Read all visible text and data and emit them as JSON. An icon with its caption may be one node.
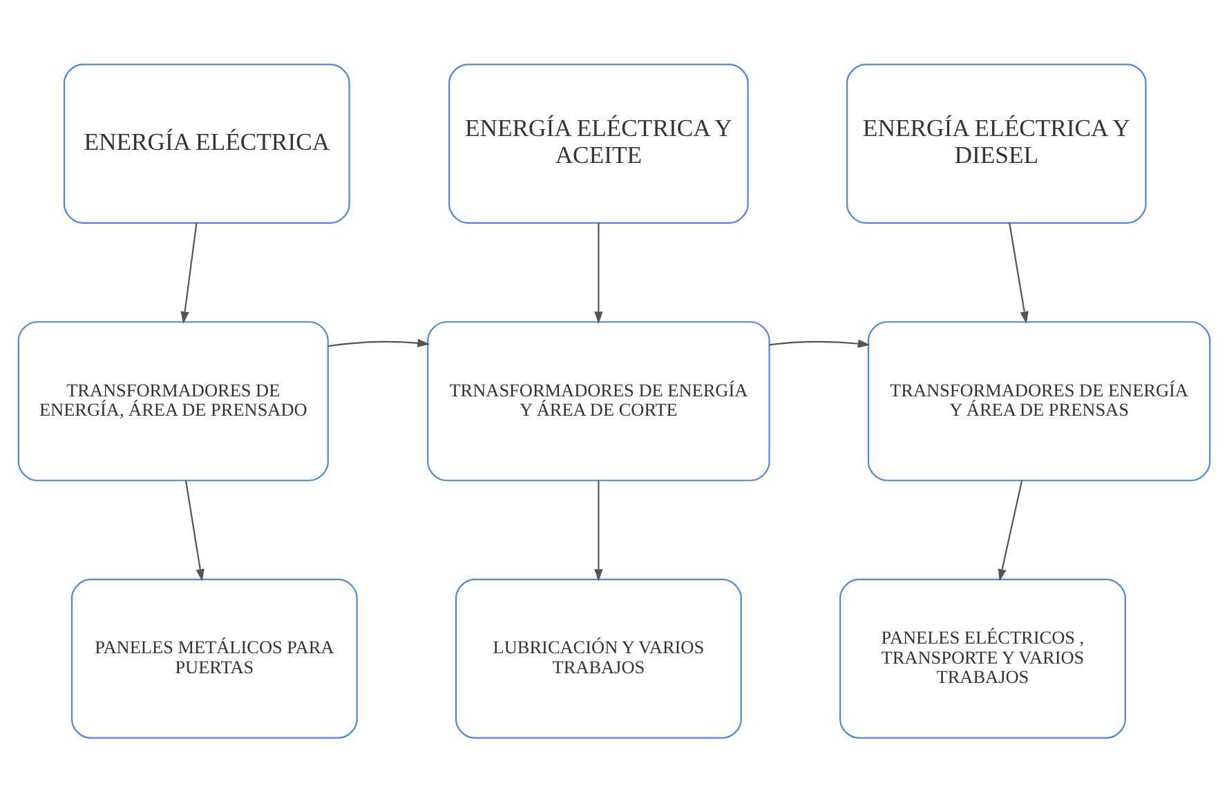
{
  "diagram": {
    "nodes": [
      {
        "text": [
          "ENERGÍA ELÉCTRICA"
        ]
      },
      {
        "text": [
          "ENERGÍA ELÉCTRICA Y ACEITE"
        ]
      },
      {
        "text": [
          "ENERGÍA ELÉCTRICA Y DIESEL"
        ]
      },
      {
        "text": [
          "TRANSFORMADORES DE ENERGÍA, ÁREA DE PRENSADO"
        ]
      },
      {
        "text": [
          "TRNASFORMADORES DE ENERGÍA Y ÁREA DE CORTE"
        ]
      },
      {
        "text": [
          "TRANSFORMADORES DE ENERGÍA Y ÁREA DE PRENSAS"
        ]
      },
      {
        "text": [
          "PANELES METÁLICOS PARA PUERTAS"
        ]
      },
      {
        "text": [
          "LUBRICACIÓN Y VARIOS TRABAJOS"
        ]
      },
      {
        "text": [
          "PANELES ELÉCTRICOS , TRANSPORTE Y VARIOS TRABAJOS"
        ]
      }
    ],
    "edges": [
      {
        "from": 0,
        "to": 3,
        "arrow": "to"
      },
      {
        "from": 1,
        "to": 4,
        "arrow": "to"
      },
      {
        "from": 2,
        "to": 5,
        "arrow": "to"
      },
      {
        "from": 3,
        "to": 4,
        "arrow": "to"
      },
      {
        "from": 4,
        "to": 5,
        "arrow": "to"
      },
      {
        "from": 3,
        "to": 6,
        "arrow": "to"
      },
      {
        "from": 4,
        "to": 7,
        "arrow": "to"
      },
      {
        "from": 5,
        "to": 8,
        "arrow": "to"
      }
    ]
  }
}
